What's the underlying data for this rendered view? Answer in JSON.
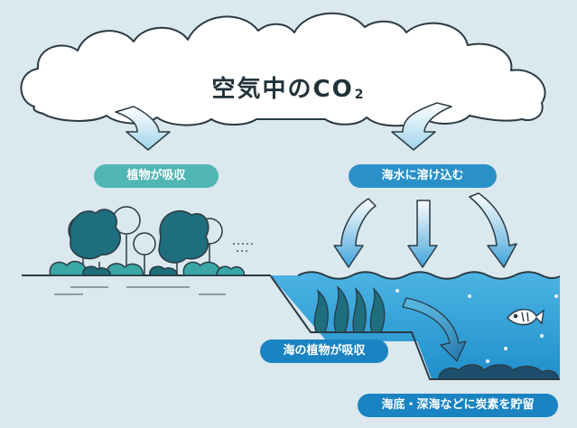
{
  "cloud": {
    "label": "空気中のCO",
    "label_sub": "2"
  },
  "labels": {
    "plants_absorb": "植物が吸収",
    "dissolve_sea": "海水に溶け込む",
    "sea_plants_absorb": "海の植物が吸収",
    "deep_sea_storage": "海底・深海などに炭素を貯留"
  },
  "colors": {
    "background": "#dbe8ee",
    "cloud_fill": "#ffffff",
    "outline": "#2a3a44",
    "accent_green": "#4fb6b3",
    "accent_blue": "#2a90c8",
    "sea_light": "#59bde6",
    "sea_deep": "#1f8fcb",
    "tree_dark": "#1e6e7e",
    "tree_teal": "#3aa7a6"
  }
}
